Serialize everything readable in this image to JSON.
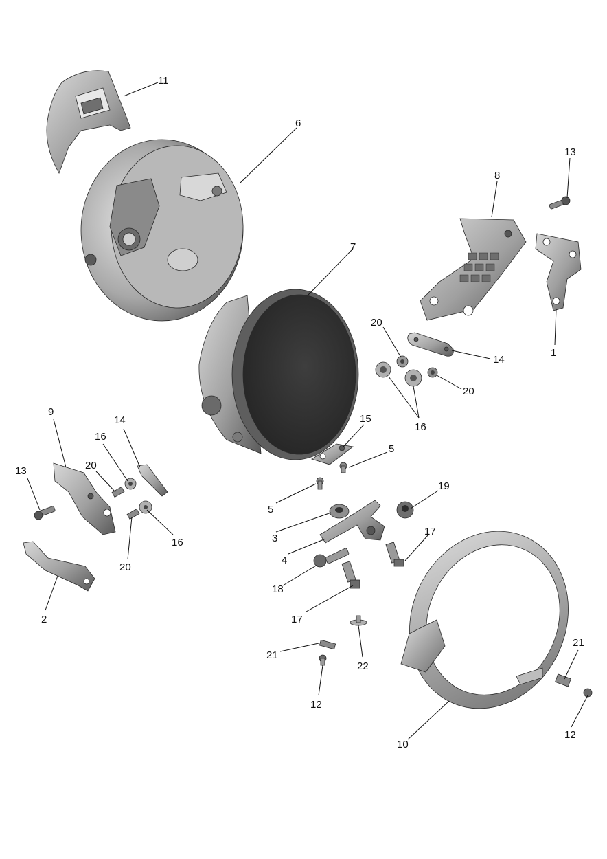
{
  "colors": {
    "part_light": "#c8c8c8",
    "part_mid": "#8f8f8f",
    "part_dark": "#4a4a4a",
    "lens": "#3a3a3a",
    "text": "#111111"
  },
  "callouts": {
    "c1": "1",
    "c2": "2",
    "c3": "3",
    "c4": "4",
    "c5a": "5",
    "c5b": "5",
    "c6": "6",
    "c7": "7",
    "c8": "8",
    "c9": "9",
    "c10": "10",
    "c11": "11",
    "c12a": "12",
    "c12b": "12",
    "c13a": "13",
    "c13b": "13",
    "c14a": "14",
    "c14b": "14",
    "c15": "15",
    "c16a": "16",
    "c16b": "16",
    "c16c": "16",
    "c17a": "17",
    "c17b": "17",
    "c18": "18",
    "c19": "19",
    "c20a": "20",
    "c20b": "20",
    "c20c": "20",
    "c20d": "20",
    "c21a": "21",
    "c21b": "21",
    "c22": "22"
  }
}
